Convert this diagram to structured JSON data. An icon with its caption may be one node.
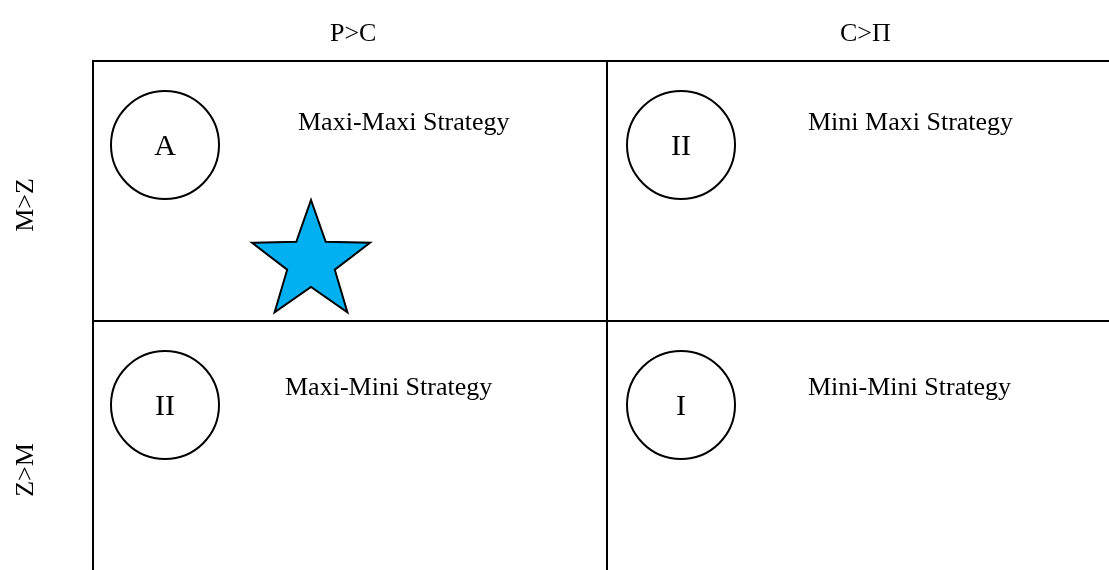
{
  "diagram": {
    "nodes": [
      {
        "text": [
          "Maxi-Maxi Strategy"
        ]
      },
      {
        "text": [
          "A"
        ],
        "in": 0
      },
      {
        "text": [
          "Mini Maxi Strategy"
        ]
      },
      {
        "text": [
          "II"
        ],
        "in": 2
      },
      {
        "text": [
          "Maxi-Mini Strategy"
        ]
      },
      {
        "text": [
          "II"
        ],
        "in": 4
      },
      {
        "text": [
          "Mini-Mini Strategy"
        ]
      },
      {
        "text": [
          "I"
        ],
        "in": 6
      }
    ],
    "labels": [
      "P>C",
      "C>Π",
      "M>Z",
      "Z>M"
    ]
  }
}
